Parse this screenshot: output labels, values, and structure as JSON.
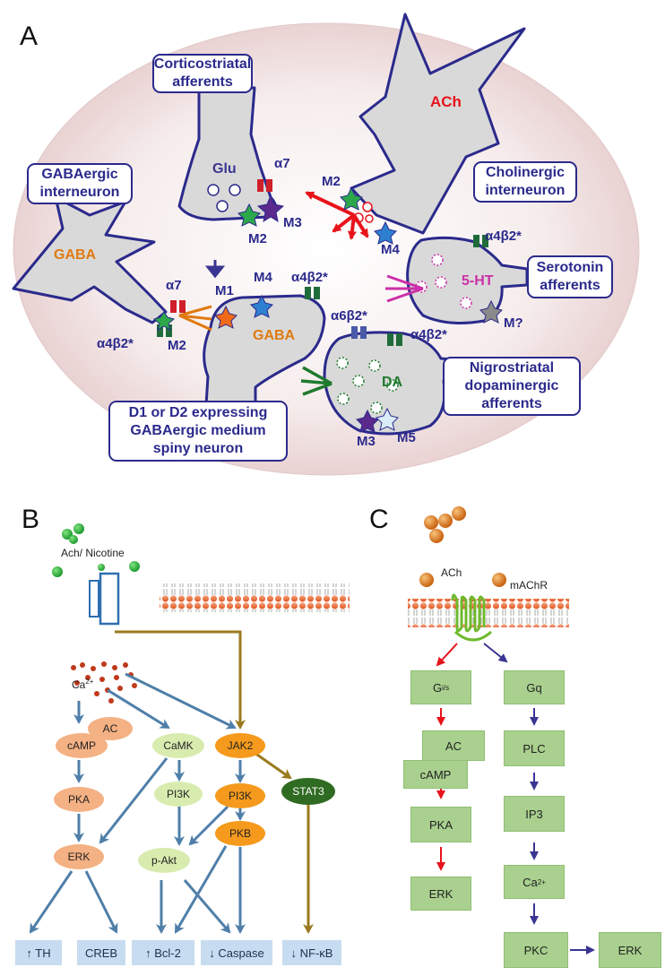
{
  "panelA": {
    "panel_label": "A",
    "boxes": {
      "corticostriatal": "Corticostriatal afferents",
      "gabaergic": "GABAergic interneuron",
      "cholinergic": "Cholinergic interneuron",
      "serotonin": "Serotonin afferents",
      "nigrostriatal": "Nigrostriatal dopaminergic afferents",
      "msn": "D1 or D2 expressing GABAergic medium spiny neuron"
    },
    "neurons": {
      "glu": "Glu",
      "ach": "ACh",
      "gaba_inter": "GABA",
      "gaba_msn": "GABA",
      "da": "DA",
      "ht": "5-HT"
    },
    "receptors": {
      "a7_glu": "α7",
      "m3_glu": "M3",
      "m2_glu": "M2",
      "m2_ach": "M2",
      "m4_ach": "M4",
      "a4b2_sero": "α4β2*",
      "m_sero": "M?",
      "a7_gaba": "α7",
      "a4b2_gaba": "α4β2*",
      "m2_gaba": "M2",
      "m1_msn": "M1",
      "m4_msn": "M4",
      "a4b2_msn": "α4β2*",
      "a6b2_da": "α6β2*",
      "a4b2_da": "α4β2*",
      "m3_da": "M3",
      "m5_da": "M5"
    },
    "colors": {
      "outline": "#2b2a8c",
      "cell_fill": "#d9d9d9",
      "ach": "#e8141b",
      "gaba": "#e07a10",
      "da": "#1f7a2e",
      "ht": "#cc2fa8"
    }
  },
  "panelB": {
    "panel_label": "B",
    "ligand": "Ach/ Nicotine",
    "ca": "Ca",
    "ca_sup": "2+",
    "nodes": {
      "ac": "AC",
      "camp": "cAMP",
      "pka": "PKA",
      "erk": "ERK",
      "camk": "CaMK",
      "pi3k_light": "PI3K",
      "pakt": "p-Akt",
      "jak2": "JAK2",
      "pi3k": "PI3K",
      "pkb": "PKB",
      "stat3": "STAT3"
    },
    "outputs": [
      "↑ TH",
      "CREB",
      "↑ Bcl-2",
      "↓ Caspase",
      "↓ NF-κB"
    ]
  },
  "panelC": {
    "panel_label": "C",
    "ach": "ACh",
    "receptor": "mAChR",
    "gi": "G",
    "gi_sub": "i/s",
    "left": [
      "AC",
      "cAMP",
      "PKA",
      "ERK"
    ],
    "right": [
      "Gq",
      "PLC",
      "IP3",
      "Ca",
      "PKC",
      "ERK"
    ],
    "ca_sup": "2+"
  }
}
